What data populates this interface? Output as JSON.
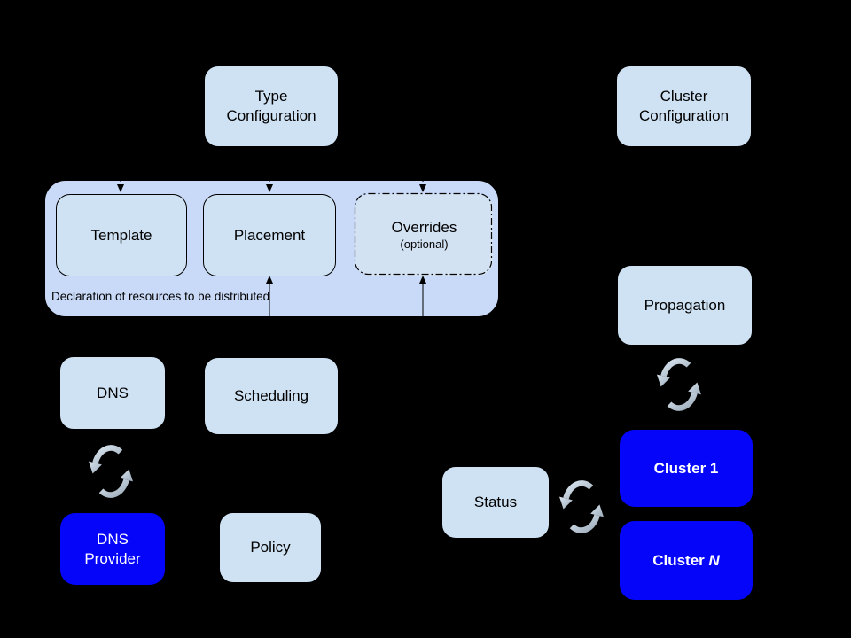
{
  "colors": {
    "background": "#000000",
    "light_box_fill": "#cfe2f3",
    "container_fill": "#c9daf8",
    "bright_blue_fill": "#0505fa",
    "dark_text": "#000000",
    "light_text": "#ffffff",
    "sync_icon_light": "#d9e6f1",
    "sync_icon_dark": "#9dabb9",
    "connector_stroke": "#000000"
  },
  "nodes": {
    "type_configuration": {
      "label": "Type\nConfiguration"
    },
    "cluster_configuration": {
      "label": "Cluster\nConfiguration"
    },
    "template": {
      "label": "Template"
    },
    "placement": {
      "label": "Placement"
    },
    "overrides": {
      "label": "Overrides",
      "sublabel": "(optional)"
    },
    "dns": {
      "label": "DNS"
    },
    "scheduling": {
      "label": "Scheduling"
    },
    "propagation": {
      "label": "Propagation"
    },
    "status": {
      "label": "Status"
    },
    "dns_provider": {
      "label": "DNS\nProvider"
    },
    "policy": {
      "label": "Policy"
    },
    "cluster_1": {
      "label": "Cluster 1"
    },
    "cluster_n": {
      "label_prefix": "Cluster ",
      "label_suffix_italic": "N"
    }
  },
  "container": {
    "note": "Declaration of resources to be distributed"
  },
  "icons": {
    "sync": {
      "name": "sync-arrows-icon",
      "description": "two curved arrows forming a counterclockwise cycle"
    }
  },
  "connectors": [
    {
      "from": "type_configuration",
      "to": "template",
      "style": "dashed-arrow-down"
    },
    {
      "from": "type_configuration",
      "to": "placement",
      "style": "dashed-arrow-down"
    },
    {
      "from": "type_configuration",
      "to": "overrides",
      "style": "dashed-arrow-down"
    },
    {
      "from": "bottom",
      "to": "placement",
      "style": "solid-arrow-up"
    },
    {
      "from": "bottom",
      "to": "overrides",
      "style": "solid-arrow-up"
    },
    {
      "between": [
        "dns",
        "dns_provider"
      ],
      "style": "sync-cycle"
    },
    {
      "between": [
        "propagation",
        "cluster_1"
      ],
      "style": "sync-cycle"
    },
    {
      "between": [
        "status",
        "cluster_1"
      ],
      "style": "sync-cycle"
    }
  ]
}
